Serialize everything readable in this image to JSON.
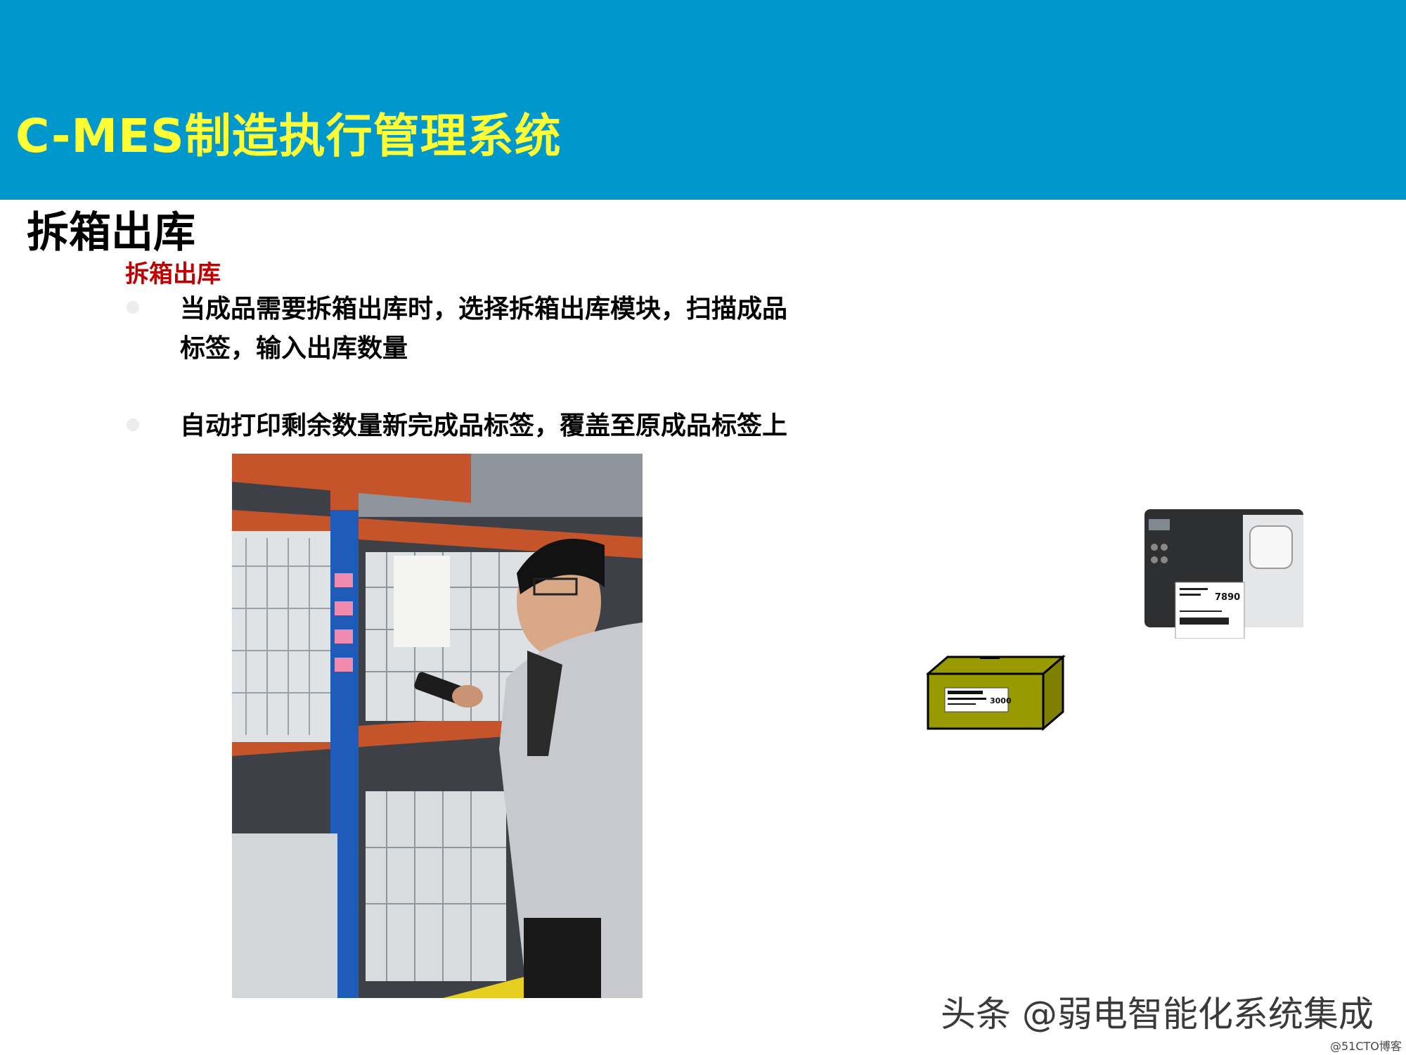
{
  "header": {
    "title": "C-MES制造执行管理系统"
  },
  "section": {
    "title": "拆箱出库"
  },
  "content": {
    "subheading": "拆箱出库",
    "bullets": [
      {
        "line1": "当成品需要拆箱出库时，选择拆箱出库模块，扫描成品",
        "line2": "标签，输入出库数量"
      },
      {
        "line1": "自动打印剩余数量新完成品标签，覆盖至原成品标签上"
      }
    ]
  },
  "printer": {
    "label_number": "7890"
  },
  "box": {
    "label_number": "3000"
  },
  "footer": {
    "watermark": "头条 @弱电智能化系统集成",
    "corner": "@51CTO博客"
  },
  "colors": {
    "header_bg": "#0098cc",
    "title_yellow": "#ffff33",
    "subheading_red": "#c00000",
    "box_olive": "#999900"
  }
}
